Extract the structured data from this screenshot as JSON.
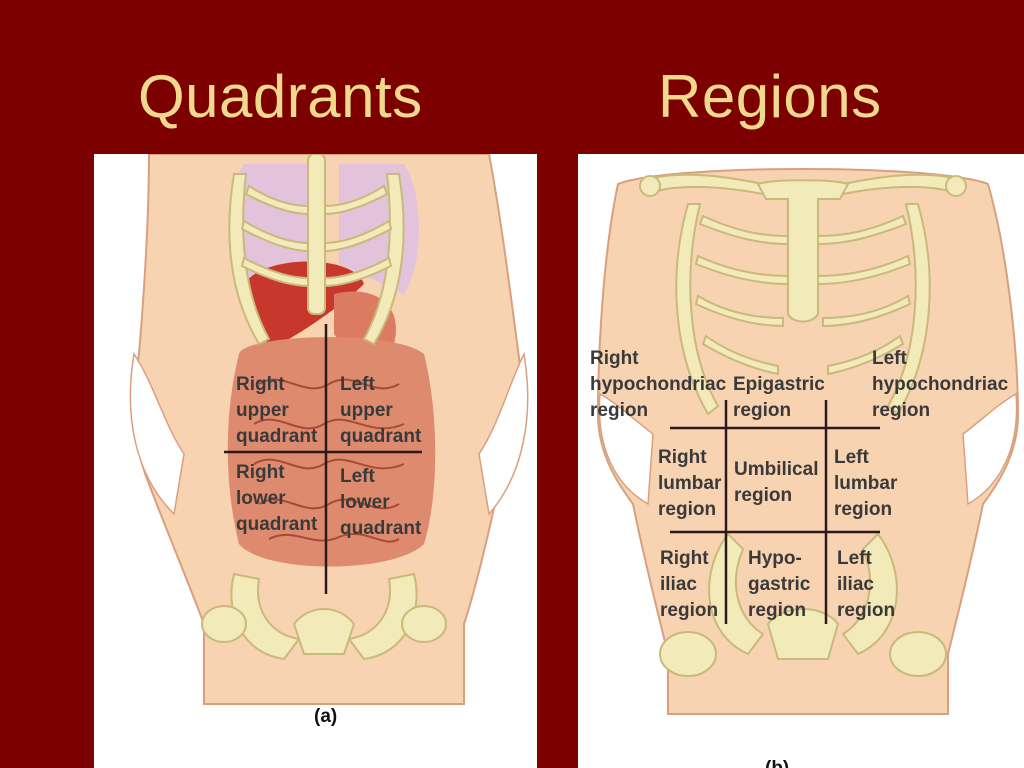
{
  "slide": {
    "left_title": "Quadrants",
    "right_title": "Regions"
  },
  "quadrants": {
    "caption": "(a)",
    "labels": {
      "right_upper": [
        "Right",
        "upper",
        "quadrant"
      ],
      "left_upper": [
        "Left",
        "upper",
        "quadrant"
      ],
      "right_lower": [
        "Right",
        "lower",
        "quadrant"
      ],
      "left_lower": [
        "Left",
        "lower",
        "quadrant"
      ]
    }
  },
  "regions": {
    "caption": "(b)",
    "labels": {
      "right_hypochondriac": [
        "Right",
        "hypochondriac",
        "region"
      ],
      "epigastric": [
        "Epigastric",
        "region"
      ],
      "left_hypochondriac": [
        "Left",
        "hypochondriac",
        "region"
      ],
      "right_lumbar": [
        "Right",
        "lumbar",
        "region"
      ],
      "umbilical": [
        "Umbilical",
        "region"
      ],
      "left_lumbar": [
        "Left",
        "lumbar",
        "region"
      ],
      "right_iliac": [
        "Right",
        "iliac",
        "region"
      ],
      "hypogastric": [
        "Hypo-",
        "gastric",
        "region"
      ],
      "left_iliac": [
        "Left",
        "iliac",
        "region"
      ]
    }
  },
  "colors": {
    "background": "#7d0000",
    "title": "#f0d98c",
    "skin": "#f7d3b2",
    "bone": "#f3eab9",
    "intestine": "#dd8a6e",
    "lung": "#e3c2dc"
  }
}
